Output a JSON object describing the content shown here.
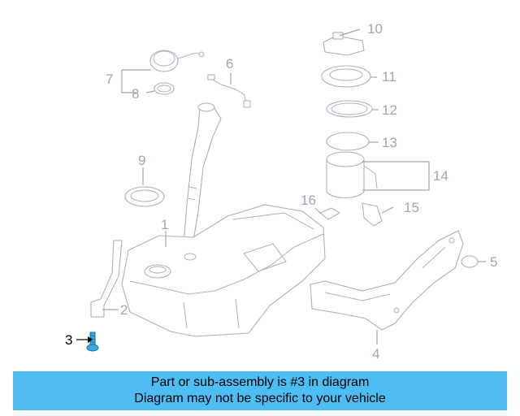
{
  "callouts": {
    "c1": "1",
    "c2": "2",
    "c3": "3",
    "c4": "4",
    "c5": "5",
    "c6": "6",
    "c7": "7",
    "c8": "8",
    "c9": "9",
    "c10": "10",
    "c11": "11",
    "c12": "12",
    "c13": "13",
    "c14": "14",
    "c15": "15",
    "c16": "16"
  },
  "highlighted_part": "3",
  "banner": {
    "line1": "Part or sub-assembly is #3 in diagram",
    "line2": "Diagram may not be specific to your vehicle"
  },
  "colors": {
    "banner_bg": "#4dbdf4",
    "callout_line": "#9aa6b4",
    "highlight_part": "#36a9e1"
  }
}
